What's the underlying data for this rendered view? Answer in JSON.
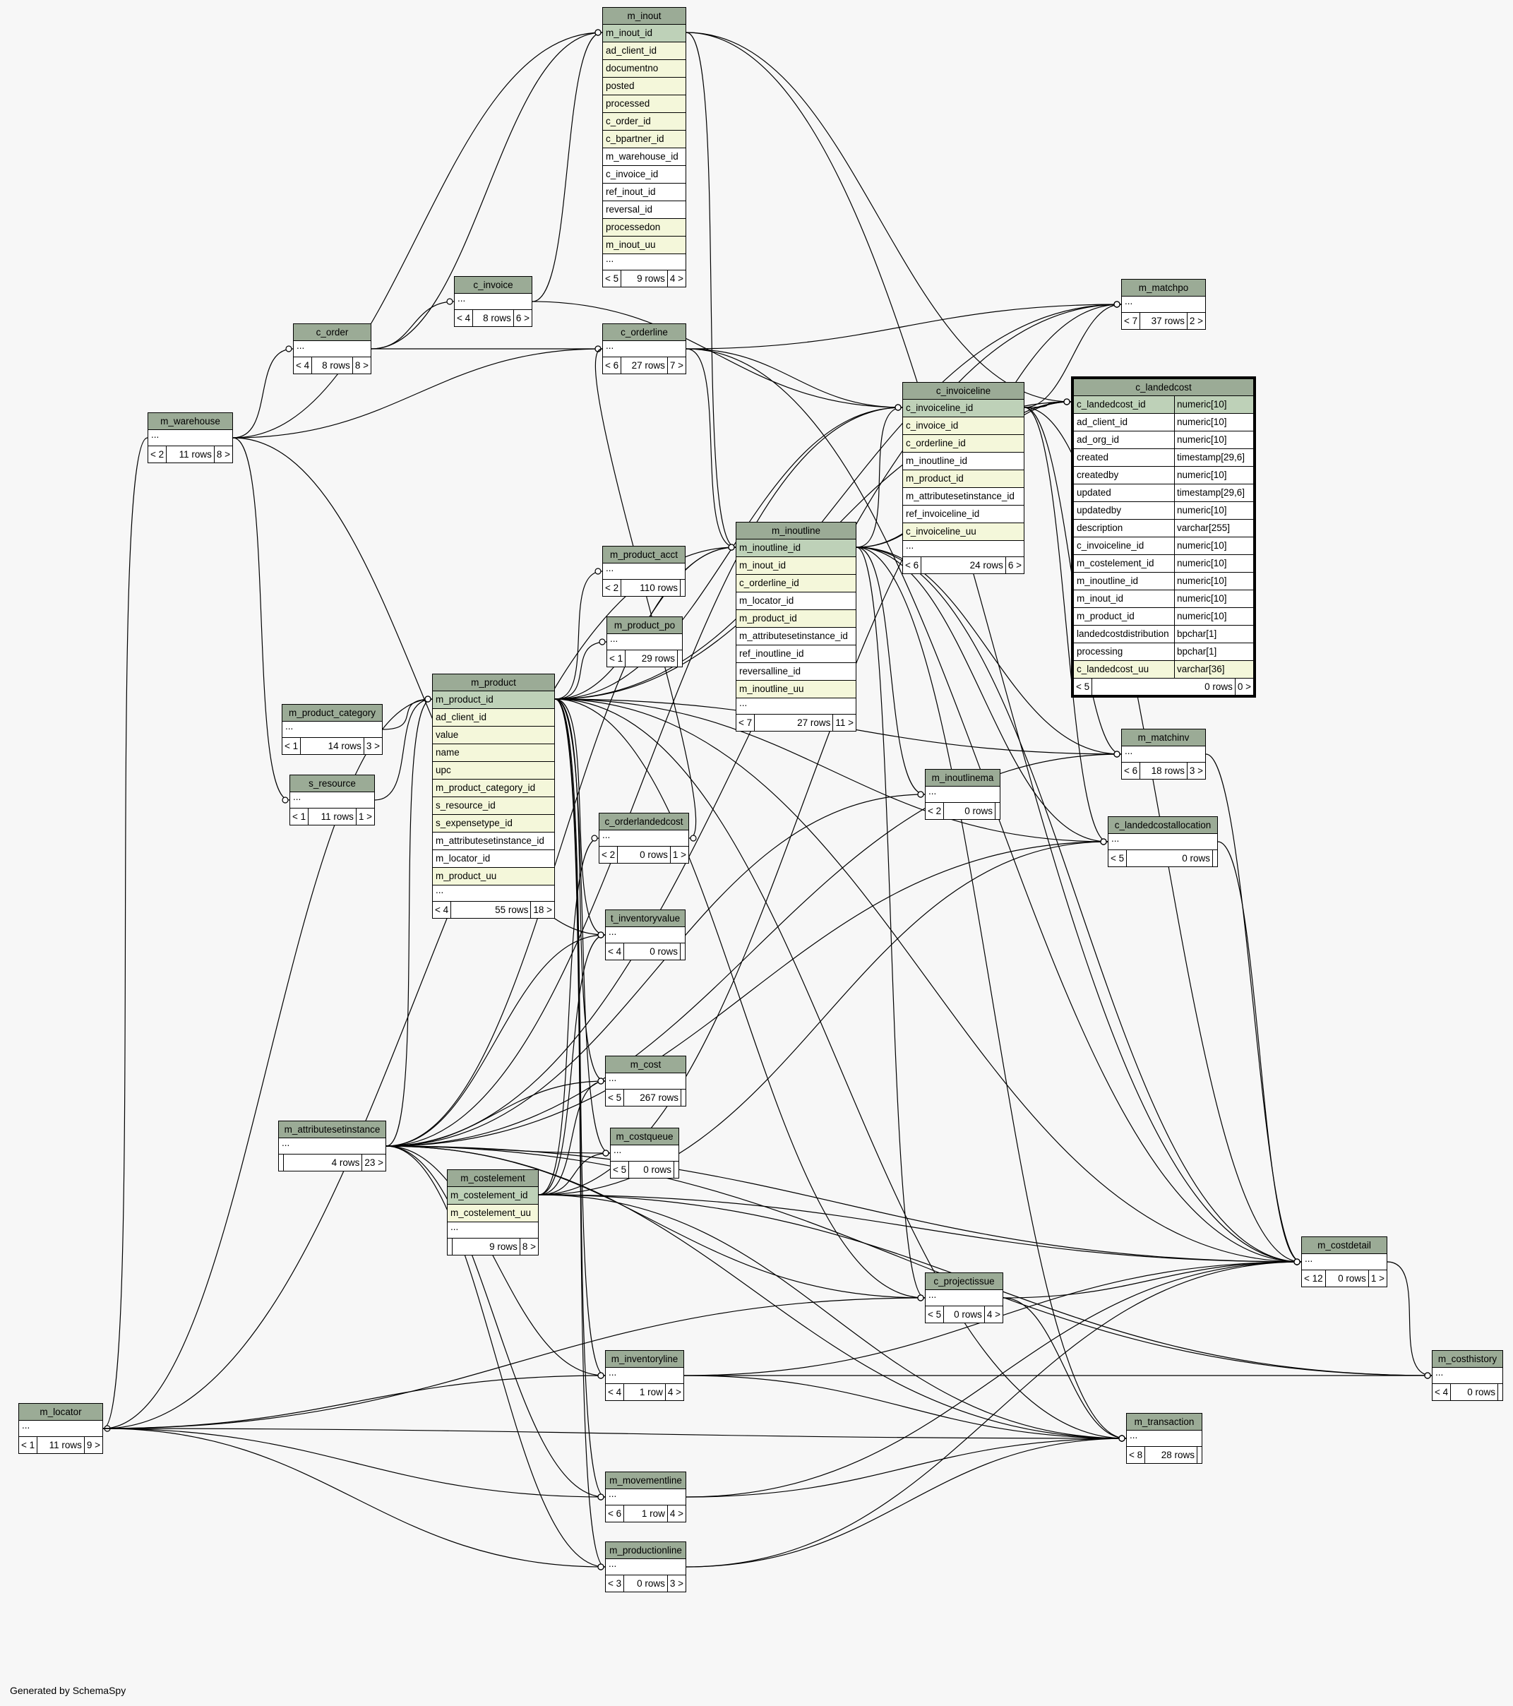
{
  "credit": "Generated by SchemaSpy",
  "colors": {
    "header": "#9bab96",
    "primary_key": "#bed1b8",
    "foreign_key": "#f4f7da",
    "background": "#f7f7f7"
  },
  "tables": [
    {
      "name": "m_inout",
      "rows": [
        {
          "t": "m_inout_id",
          "k": "pk"
        },
        {
          "t": "ad_client_id",
          "k": "fk"
        },
        {
          "t": "documentno",
          "k": "fk"
        },
        {
          "t": "posted",
          "k": "fk"
        },
        {
          "t": "processed",
          "k": "fk"
        },
        {
          "t": "c_order_id",
          "k": "fk"
        },
        {
          "t": "c_bpartner_id",
          "k": "fk"
        },
        {
          "t": "m_warehouse_id"
        },
        {
          "t": "c_invoice_id"
        },
        {
          "t": "ref_inout_id"
        },
        {
          "t": "reversal_id"
        },
        {
          "t": "processedon",
          "k": "fk"
        },
        {
          "t": "m_inout_uu",
          "k": "fk"
        },
        {
          "t": "..."
        }
      ],
      "footer": [
        "< 5",
        "9 rows",
        "4 >"
      ]
    },
    {
      "name": "c_invoice",
      "rows": [
        {
          "t": "..."
        }
      ],
      "footer": [
        "< 4",
        "8 rows",
        "6 >"
      ]
    },
    {
      "name": "c_order",
      "rows": [
        {
          "t": "..."
        }
      ],
      "footer": [
        "< 4",
        "8 rows",
        "8 >"
      ]
    },
    {
      "name": "c_orderline",
      "rows": [
        {
          "t": "..."
        }
      ],
      "footer": [
        "< 6",
        "27 rows",
        "7 >"
      ]
    },
    {
      "name": "m_warehouse",
      "rows": [
        {
          "t": "..."
        }
      ],
      "footer": [
        "< 2",
        "11 rows",
        "8 >"
      ]
    },
    {
      "name": "m_matchpo",
      "rows": [
        {
          "t": "..."
        }
      ],
      "footer": [
        "< 7",
        "37 rows",
        "2 >"
      ]
    },
    {
      "name": "c_invoiceline",
      "rows": [
        {
          "t": "c_invoiceline_id",
          "k": "pk"
        },
        {
          "t": "c_invoice_id",
          "k": "fk"
        },
        {
          "t": "c_orderline_id",
          "k": "fk"
        },
        {
          "t": "m_inoutline_id"
        },
        {
          "t": "m_product_id",
          "k": "fk"
        },
        {
          "t": "m_attributesetinstance_id"
        },
        {
          "t": "ref_invoiceline_id"
        },
        {
          "t": "c_invoiceline_uu",
          "k": "fk"
        },
        {
          "t": "..."
        }
      ],
      "footer": [
        "< 6",
        "24 rows",
        "6 >"
      ]
    },
    {
      "name": "c_landedcost",
      "focus": true,
      "rows": [
        {
          "t": "c_landedcost_id",
          "ty": "numeric[10]",
          "k": "pk"
        },
        {
          "t": "ad_client_id",
          "ty": "numeric[10]"
        },
        {
          "t": "ad_org_id",
          "ty": "numeric[10]"
        },
        {
          "t": "created",
          "ty": "timestamp[29,6]"
        },
        {
          "t": "createdby",
          "ty": "numeric[10]"
        },
        {
          "t": "updated",
          "ty": "timestamp[29,6]"
        },
        {
          "t": "updatedby",
          "ty": "numeric[10]"
        },
        {
          "t": "description",
          "ty": "varchar[255]"
        },
        {
          "t": "c_invoiceline_id",
          "ty": "numeric[10]"
        },
        {
          "t": "m_costelement_id",
          "ty": "numeric[10]"
        },
        {
          "t": "m_inoutline_id",
          "ty": "numeric[10]"
        },
        {
          "t": "m_inout_id",
          "ty": "numeric[10]"
        },
        {
          "t": "m_product_id",
          "ty": "numeric[10]"
        },
        {
          "t": "landedcostdistribution",
          "ty": "bpchar[1]"
        },
        {
          "t": "processing",
          "ty": "bpchar[1]"
        },
        {
          "t": "c_landedcost_uu",
          "ty": "varchar[36]",
          "k": "fk"
        }
      ],
      "footer": [
        "< 5",
        "0 rows",
        "0 >"
      ]
    },
    {
      "name": "m_inoutline",
      "rows": [
        {
          "t": "m_inoutline_id",
          "k": "pk"
        },
        {
          "t": "m_inout_id",
          "k": "fk"
        },
        {
          "t": "c_orderline_id",
          "k": "fk"
        },
        {
          "t": "m_locator_id"
        },
        {
          "t": "m_product_id",
          "k": "fk"
        },
        {
          "t": "m_attributesetinstance_id"
        },
        {
          "t": "ref_inoutline_id"
        },
        {
          "t": "reversalline_id"
        },
        {
          "t": "m_inoutline_uu",
          "k": "fk"
        },
        {
          "t": "..."
        }
      ],
      "footer": [
        "< 7",
        "27 rows",
        "11 >"
      ]
    },
    {
      "name": "m_product_acct",
      "rows": [
        {
          "t": "..."
        }
      ],
      "footer": [
        "< 2",
        "110 rows",
        ""
      ]
    },
    {
      "name": "m_product_po",
      "rows": [
        {
          "t": "..."
        }
      ],
      "footer": [
        "< 1",
        "29 rows",
        ""
      ]
    },
    {
      "name": "m_product",
      "rows": [
        {
          "t": "m_product_id",
          "k": "pk"
        },
        {
          "t": "ad_client_id",
          "k": "fk"
        },
        {
          "t": "value",
          "k": "fk"
        },
        {
          "t": "name",
          "k": "fk"
        },
        {
          "t": "upc",
          "k": "fk"
        },
        {
          "t": "m_product_category_id",
          "k": "fk"
        },
        {
          "t": "s_resource_id",
          "k": "fk"
        },
        {
          "t": "s_expensetype_id",
          "k": "fk"
        },
        {
          "t": "m_attributesetinstance_id"
        },
        {
          "t": "m_locator_id"
        },
        {
          "t": "m_product_uu",
          "k": "fk"
        },
        {
          "t": "..."
        }
      ],
      "footer": [
        "< 4",
        "55 rows",
        "18 >"
      ]
    },
    {
      "name": "m_product_category",
      "rows": [
        {
          "t": "..."
        }
      ],
      "footer": [
        "< 1",
        "14 rows",
        "3 >"
      ]
    },
    {
      "name": "s_resource",
      "rows": [
        {
          "t": "..."
        }
      ],
      "footer": [
        "< 1",
        "11 rows",
        "1 >"
      ]
    },
    {
      "name": "m_matchinv",
      "rows": [
        {
          "t": "..."
        }
      ],
      "footer": [
        "< 6",
        "18 rows",
        "3 >"
      ]
    },
    {
      "name": "m_inoutlinema",
      "rows": [
        {
          "t": "..."
        }
      ],
      "footer": [
        "< 2",
        "0 rows",
        ""
      ]
    },
    {
      "name": "c_orderlandedcost",
      "rows": [
        {
          "t": "..."
        }
      ],
      "footer": [
        "< 2",
        "0 rows",
        "1 >"
      ]
    },
    {
      "name": "c_landedcostallocation",
      "rows": [
        {
          "t": "..."
        }
      ],
      "footer": [
        "< 5",
        "0 rows",
        ""
      ]
    },
    {
      "name": "t_inventoryvalue",
      "rows": [
        {
          "t": "..."
        }
      ],
      "footer": [
        "< 4",
        "0 rows",
        ""
      ]
    },
    {
      "name": "m_cost",
      "rows": [
        {
          "t": "..."
        }
      ],
      "footer": [
        "< 5",
        "267 rows",
        ""
      ]
    },
    {
      "name": "m_attributesetinstance",
      "rows": [
        {
          "t": "..."
        }
      ],
      "footer": [
        "",
        "4 rows",
        "23 >"
      ]
    },
    {
      "name": "m_costqueue",
      "rows": [
        {
          "t": "..."
        }
      ],
      "footer": [
        "< 5",
        "0 rows",
        ""
      ]
    },
    {
      "name": "m_costelement",
      "rows": [
        {
          "t": "m_costelement_id",
          "k": "pk"
        },
        {
          "t": "m_costelement_uu",
          "k": "fk"
        },
        {
          "t": "..."
        }
      ],
      "footer": [
        "",
        "9 rows",
        "8 >"
      ]
    },
    {
      "name": "m_costdetail",
      "rows": [
        {
          "t": "..."
        }
      ],
      "footer": [
        "< 12",
        "0 rows",
        "1 >"
      ]
    },
    {
      "name": "c_projectissue",
      "rows": [
        {
          "t": "..."
        }
      ],
      "footer": [
        "< 5",
        "0 rows",
        "4 >"
      ]
    },
    {
      "name": "m_inventoryline",
      "rows": [
        {
          "t": "..."
        }
      ],
      "footer": [
        "< 4",
        "1 row",
        "4 >"
      ]
    },
    {
      "name": "m_costhistory",
      "rows": [
        {
          "t": "..."
        }
      ],
      "footer": [
        "< 4",
        "0 rows",
        ""
      ]
    },
    {
      "name": "m_locator",
      "rows": [
        {
          "t": "..."
        }
      ],
      "footer": [
        "< 1",
        "11 rows",
        "9 >"
      ]
    },
    {
      "name": "m_transaction",
      "rows": [
        {
          "t": "..."
        }
      ],
      "footer": [
        "< 8",
        "28 rows",
        ""
      ]
    },
    {
      "name": "m_movementline",
      "rows": [
        {
          "t": "..."
        }
      ],
      "footer": [
        "< 6",
        "1 row",
        "4 >"
      ]
    },
    {
      "name": "m_productionline",
      "rows": [
        {
          "t": "..."
        }
      ],
      "footer": [
        "< 3",
        "0 rows",
        "3 >"
      ]
    }
  ],
  "relationships": [
    [
      "m_inout",
      "c_order"
    ],
    [
      "m_inout",
      "m_warehouse"
    ],
    [
      "m_inout",
      "c_invoice"
    ],
    [
      "c_invoice",
      "c_order"
    ],
    [
      "c_order",
      "m_warehouse"
    ],
    [
      "c_orderline",
      "c_order"
    ],
    [
      "c_orderline",
      "m_warehouse"
    ],
    [
      "m_matchpo",
      "c_orderline"
    ],
    [
      "m_matchpo",
      "c_invoiceline"
    ],
    [
      "m_matchpo",
      "m_inoutline"
    ],
    [
      "m_matchpo",
      "m_product"
    ],
    [
      "m_matchpo",
      "m_attributesetinstance"
    ],
    [
      "c_invoiceline",
      "c_invoice"
    ],
    [
      "c_invoiceline",
      "c_orderline"
    ],
    [
      "c_invoiceline",
      "m_inoutline"
    ],
    [
      "c_invoiceline",
      "m_product"
    ],
    [
      "c_invoiceline",
      "m_attributesetinstance"
    ],
    [
      "c_landedcost",
      "c_invoiceline"
    ],
    [
      "c_landedcost",
      "m_costelement"
    ],
    [
      "c_landedcost",
      "m_inoutline"
    ],
    [
      "c_landedcost",
      "m_inout"
    ],
    [
      "c_landedcost",
      "m_product"
    ],
    [
      "m_inoutline",
      "m_inout"
    ],
    [
      "m_inoutline",
      "c_orderline"
    ],
    [
      "m_inoutline",
      "m_locator"
    ],
    [
      "m_inoutline",
      "m_product"
    ],
    [
      "m_inoutline",
      "m_attributesetinstance"
    ],
    [
      "m_product_acct",
      "m_product"
    ],
    [
      "m_product_po",
      "m_product"
    ],
    [
      "m_product",
      "m_product_category"
    ],
    [
      "m_product",
      "s_resource"
    ],
    [
      "m_product",
      "m_attributesetinstance"
    ],
    [
      "m_product",
      "m_locator"
    ],
    [
      "s_resource",
      "m_warehouse"
    ],
    [
      "m_locator",
      "m_warehouse"
    ],
    [
      "m_matchinv",
      "c_invoiceline"
    ],
    [
      "m_matchinv",
      "m_inoutline"
    ],
    [
      "m_matchinv",
      "m_product"
    ],
    [
      "m_matchinv",
      "m_attributesetinstance"
    ],
    [
      "m_inoutlinema",
      "m_inoutline"
    ],
    [
      "m_inoutlinema",
      "m_attributesetinstance"
    ],
    [
      "c_orderlandedcost",
      "c_orderline"
    ],
    [
      "c_orderlandedcost",
      "m_costelement"
    ],
    [
      "c_landedcostallocation",
      "c_invoiceline"
    ],
    [
      "c_landedcostallocation",
      "m_costelement"
    ],
    [
      "c_landedcostallocation",
      "m_product"
    ],
    [
      "c_landedcostallocation",
      "m_attributesetinstance"
    ],
    [
      "c_landedcostallocation",
      "m_inoutline"
    ],
    [
      "t_inventoryvalue",
      "m_warehouse"
    ],
    [
      "t_inventoryvalue",
      "m_product"
    ],
    [
      "t_inventoryvalue",
      "m_attributesetinstance"
    ],
    [
      "t_inventoryvalue",
      "m_costelement"
    ],
    [
      "m_cost",
      "m_product"
    ],
    [
      "m_cost",
      "m_attributesetinstance"
    ],
    [
      "m_cost",
      "m_costelement"
    ],
    [
      "m_costqueue",
      "m_product"
    ],
    [
      "m_costqueue",
      "m_attributesetinstance"
    ],
    [
      "m_costqueue",
      "m_costelement"
    ],
    [
      "m_costdetail",
      "m_inout"
    ],
    [
      "m_costdetail",
      "c_orderline"
    ],
    [
      "m_costdetail",
      "c_invoiceline"
    ],
    [
      "m_costdetail",
      "m_inoutline"
    ],
    [
      "m_costdetail",
      "m_product"
    ],
    [
      "m_costdetail",
      "m_attributesetinstance"
    ],
    [
      "m_costdetail",
      "m_costelement"
    ],
    [
      "m_costdetail",
      "m_matchinv"
    ],
    [
      "m_costdetail",
      "c_landedcostallocation"
    ],
    [
      "m_costdetail",
      "c_projectissue"
    ],
    [
      "m_costdetail",
      "m_inventoryline"
    ],
    [
      "m_costdetail",
      "m_movementline"
    ],
    [
      "m_costdetail",
      "m_productionline"
    ],
    [
      "c_projectissue",
      "m_inoutline"
    ],
    [
      "c_projectissue",
      "m_product"
    ],
    [
      "c_projectissue",
      "m_attributesetinstance"
    ],
    [
      "c_projectissue",
      "m_locator"
    ],
    [
      "m_inventoryline",
      "m_product"
    ],
    [
      "m_inventoryline",
      "m_attributesetinstance"
    ],
    [
      "m_inventoryline",
      "m_locator"
    ],
    [
      "m_costhistory",
      "m_costdetail"
    ],
    [
      "m_costhistory",
      "m_inventoryline"
    ],
    [
      "m_costhistory",
      "m_attributesetinstance"
    ],
    [
      "m_costhistory",
      "m_costelement"
    ],
    [
      "m_transaction",
      "m_inoutline"
    ],
    [
      "m_transaction",
      "m_product"
    ],
    [
      "m_transaction",
      "m_attributesetinstance"
    ],
    [
      "m_transaction",
      "m_locator"
    ],
    [
      "m_transaction",
      "m_inventoryline"
    ],
    [
      "m_transaction",
      "m_movementline"
    ],
    [
      "m_transaction",
      "m_productionline"
    ],
    [
      "m_transaction",
      "c_projectissue"
    ],
    [
      "m_transaction",
      "m_costelement"
    ],
    [
      "m_movementline",
      "m_product"
    ],
    [
      "m_movementline",
      "m_attributesetinstance"
    ],
    [
      "m_movementline",
      "m_locator"
    ],
    [
      "m_productionline",
      "m_product"
    ],
    [
      "m_productionline",
      "m_attributesetinstance"
    ],
    [
      "m_productionline",
      "m_locator"
    ]
  ]
}
